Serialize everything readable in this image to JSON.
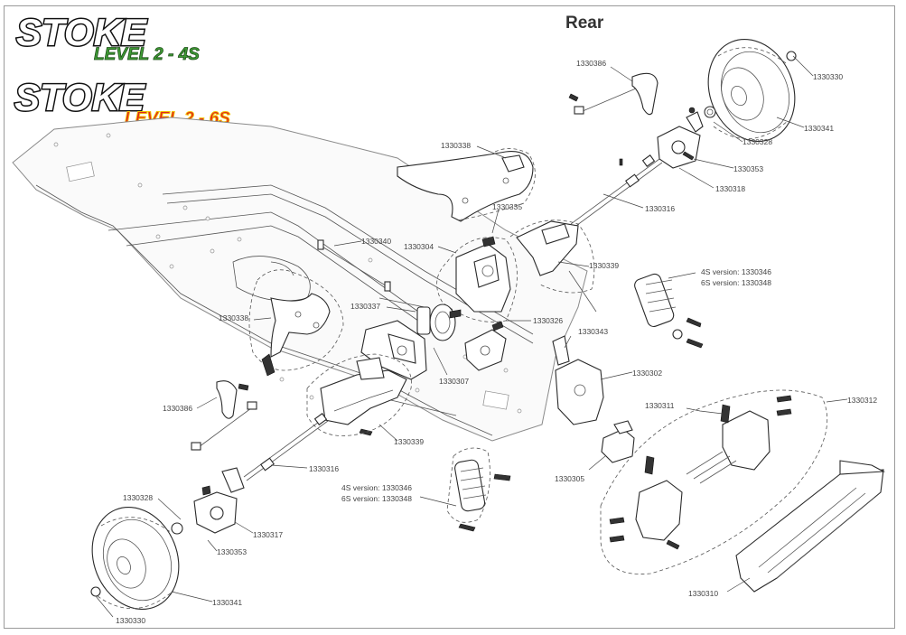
{
  "logos": [
    {
      "brand": "STOKE",
      "variant": "LEVEL 2 - 4S",
      "variant_color": "#3f9c35"
    },
    {
      "brand": "STOKE",
      "variant": "LEVEL 2 - 6S",
      "variant_color": "#e0261c",
      "variant_outline": "#f2c200"
    }
  ],
  "header": {
    "rear_label": "Rear"
  },
  "parts": {
    "p1330386_top": "1330386",
    "p1330330_top": "1330330",
    "p1330341_top": "1330341",
    "p1330328_top": "1330328",
    "p1330353_top": "1330353",
    "p1330318": "1330318",
    "p1330316_top": "1330316",
    "p1330338_top": "1330338",
    "p1330335": "1330335",
    "p1330340": "1330340",
    "p1330304": "1330304",
    "p1330339_top": "1330339",
    "p1330337": "1330337",
    "p1330326": "1330326",
    "p1330338_left": "1330338",
    "p1330343": "1330343",
    "p1330307": "1330307",
    "p1330302": "1330302",
    "p1330386_left": "1330386",
    "p1330311": "1330311",
    "p1330312": "1330312",
    "p1330339_bottom": "1330339",
    "p1330316_bottom": "1330316",
    "p1330305": "1330305",
    "p1330328_bottom": "1330328",
    "p1330317": "1330317",
    "p1330353_bottom": "1330353",
    "p1330341_bottom": "1330341",
    "p1330330_bottom": "1330330",
    "p1330310": "1330310"
  },
  "shock_labels": {
    "rear_4s": "4S version: 1330346",
    "rear_6s": "6S version: 1330348",
    "front_4s": "4S version: 1330346",
    "front_6s": "6S version: 1330348"
  }
}
